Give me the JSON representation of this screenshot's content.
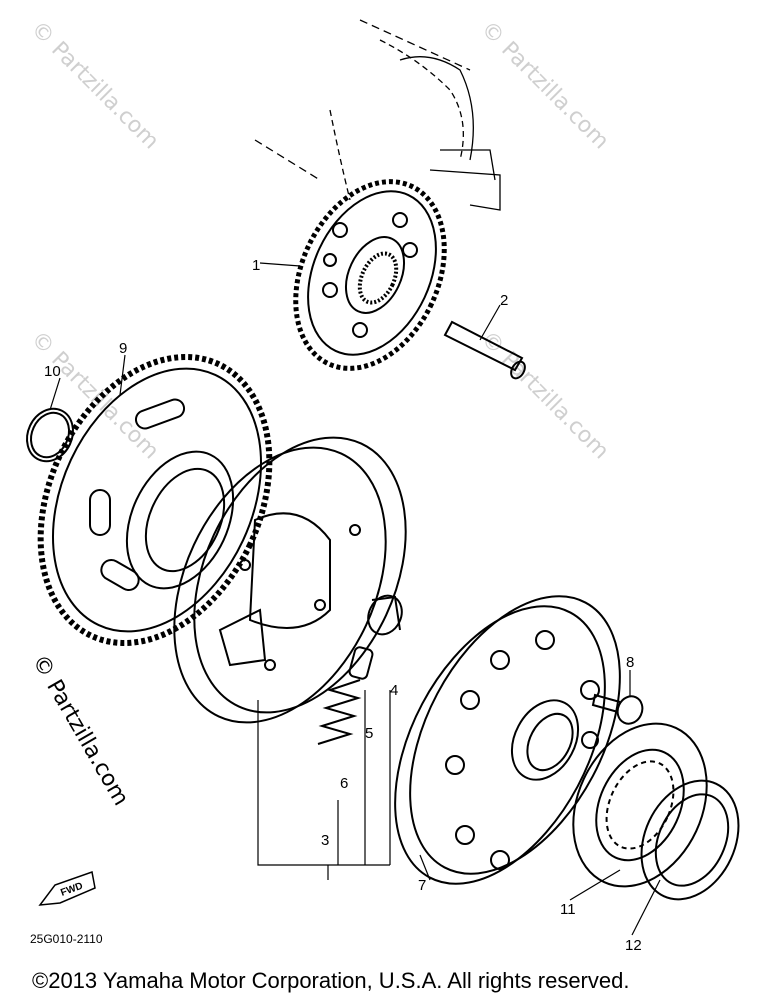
{
  "callouts": [
    "1",
    "2",
    "3",
    "4",
    "5",
    "6",
    "7",
    "8",
    "9",
    "10",
    "11",
    "12"
  ],
  "watermark": {
    "side": "© Partzilla.com",
    "faint": "© Partzilla.com"
  },
  "fwd_label": "FWD",
  "part_number": "25G010-2110",
  "copyright": "©2013  Yamaha Motor Corporation, U.S.A. All rights reserved."
}
